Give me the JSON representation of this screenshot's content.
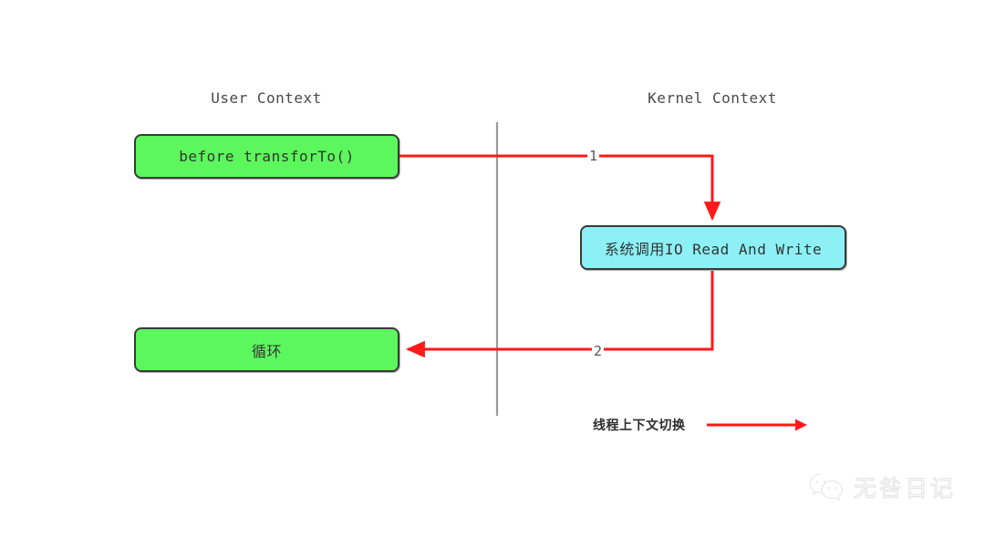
{
  "diagram": {
    "headers": {
      "user_context": "User Context",
      "kernel_context": "Kernel Context"
    },
    "nodes": {
      "before_transfer": "before transforTo()",
      "loop": "循环",
      "syscall": "系统调用IO Read And Write"
    },
    "edges": {
      "step_one": "1",
      "step_two": "2"
    },
    "legend": {
      "text": "线程上下文切换",
      "arrow_icon": "right-arrow-icon"
    },
    "colors": {
      "user_node_fill": "#5cf75c",
      "kernel_node_fill": "#8cf0f5",
      "node_border": "#3a3a3a",
      "flow_arrow": "#ff1a1a",
      "divider": "#9a9a9a",
      "label_text": "#4a4a4a"
    }
  },
  "watermark": {
    "icon": "wechat-icon",
    "text": "无咎日记"
  }
}
